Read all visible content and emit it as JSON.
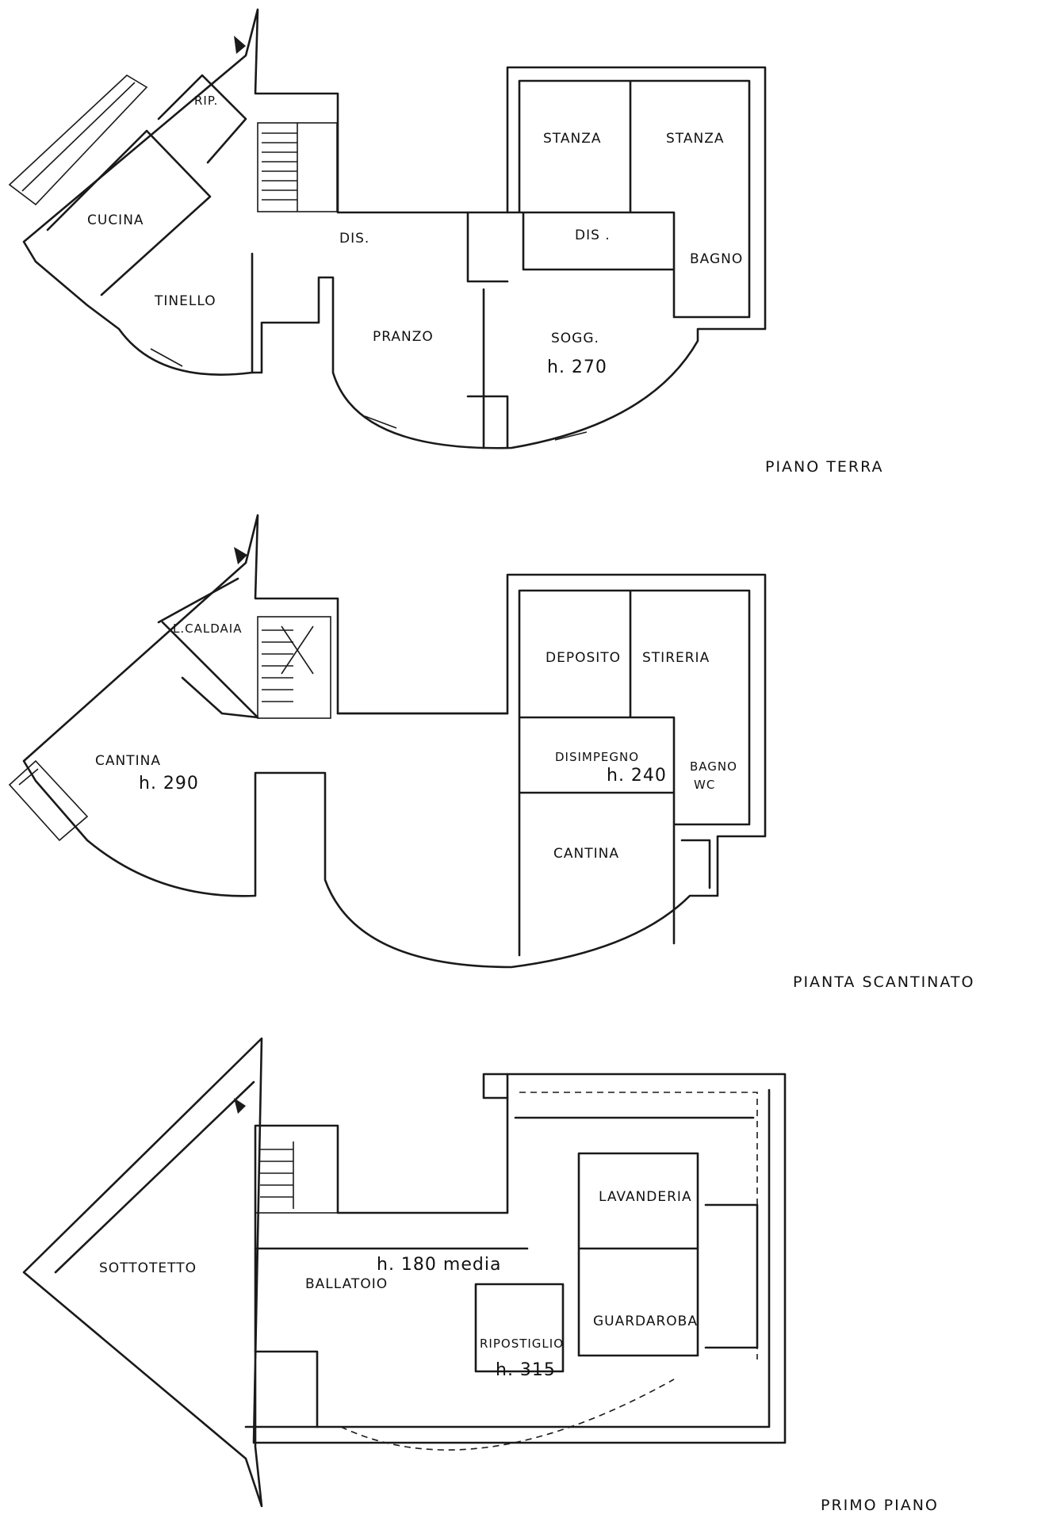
{
  "plans": [
    {
      "title": "PIANO TERRA",
      "rooms": {
        "rip": "RIP.",
        "cucina": "CUCINA",
        "tinello": "TINELLO",
        "dis_main": "DIS.",
        "pranzo": "PRANZO",
        "stanza_1": "STANZA",
        "stanza_2": "STANZA",
        "dis_small": "DIS .",
        "bagno": "BAGNO",
        "sogg": "SOGG.",
        "height": "h. 270"
      }
    },
    {
      "title": "PIANTA SCANTINATO",
      "rooms": {
        "caldaia": "L.CALDAIA",
        "cantina_left": "CANTINA",
        "height_left": "h. 290",
        "deposito": "DEPOSITO",
        "stireria": "STIRERIA",
        "disimpegno": "DISIMPEGNO",
        "height_disimpegno": "h. 240",
        "bagno": "BAGNO",
        "wc": "WC",
        "cantina_right": "CANTINA"
      }
    },
    {
      "title": "PRIMO PIANO",
      "rooms": {
        "sottotetto": "SOTTOTETTO",
        "ballatoio": "BALLATOIO",
        "height_media": "h. 180 media",
        "lavanderia": "LAVANDERIA",
        "guardaroba": "GUARDAROBA",
        "ripostiglio": "RIPOSTIGLIO",
        "height_rip": "h. 315"
      }
    }
  ]
}
